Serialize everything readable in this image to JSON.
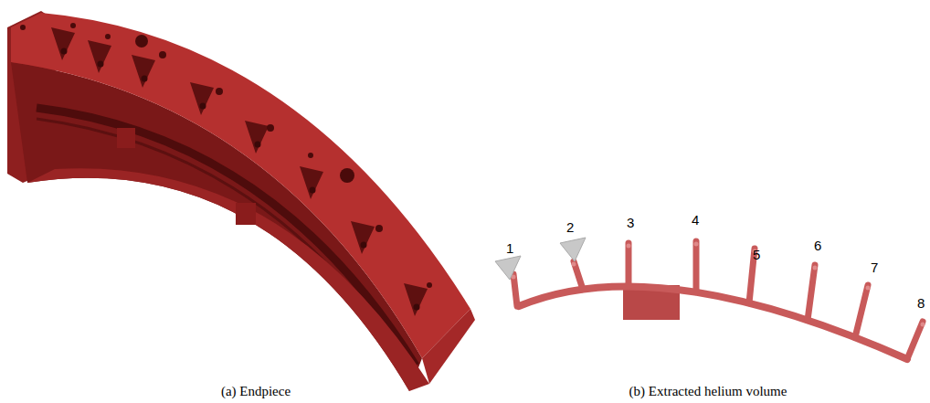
{
  "diagram": {
    "labels": [
      "1",
      "2",
      "3",
      "4",
      "5",
      "6",
      "7",
      "8",
      "(a) Endpiece",
      "(b) Extracted helium volume"
    ]
  }
}
